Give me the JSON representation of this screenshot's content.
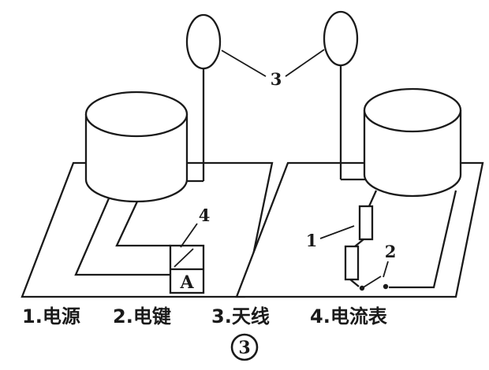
{
  "colors": {
    "ink": "#1a1a1a",
    "paper": "#ffffff"
  },
  "labels": {
    "power_source": "1",
    "key": "2",
    "antenna": "3",
    "ammeter": "4"
  },
  "ammeter_letter": "A",
  "legend": [
    "1.电源",
    "2.电键",
    "3.天线",
    "4.电流表"
  ],
  "figure_number": "3"
}
